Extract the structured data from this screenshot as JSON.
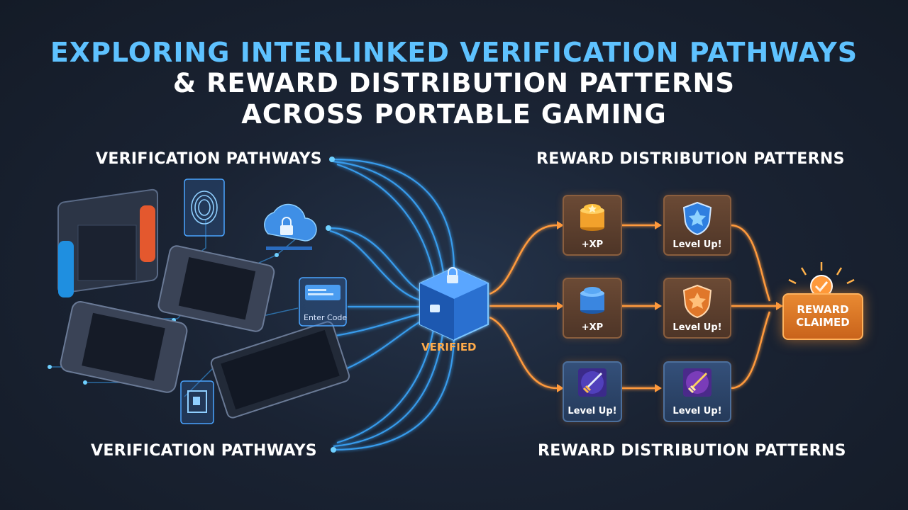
{
  "title": {
    "line1": "EXPLORING INTERLINKED VERIFICATION PATHWAYS",
    "line2": "& REWARD DISTRIBUTION PATTERNS",
    "line3": "ACROSS PORTABLE GAMING"
  },
  "sections": {
    "verification_top": "VERIFICATION PATHWAYS",
    "reward_top": "REWARD DISTRIBUTION PATTERNS",
    "verification_bottom": "VERIFICATION PATHWAYS",
    "reward_bottom": "REWARD DISTRIBUTION PATTERNS"
  },
  "hub": {
    "label": "VERIFIED"
  },
  "devices": {
    "code_card_label": "Enter Code"
  },
  "rewards": {
    "row1": {
      "first": "+XP",
      "second": "Level Up!"
    },
    "row2": {
      "first": "+XP",
      "second": "Level Up!"
    },
    "row3": {
      "first": "Level Up!",
      "second": "Level Up!"
    }
  },
  "reward_claimed": {
    "line1": "REWARD",
    "line2": "CLAIMED"
  },
  "colors": {
    "accent_blue": "#5ec2ff",
    "accent_orange": "#ff9a3c",
    "background": "#1a2333"
  }
}
